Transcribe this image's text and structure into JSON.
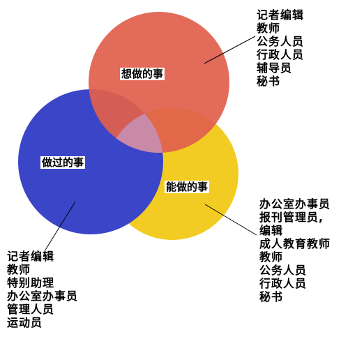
{
  "colors": {
    "want": "#e0604c",
    "done": "#3b45c8",
    "can": "#f2cc22",
    "overlap_center": "#c98aa8",
    "leader_line": "#000000"
  },
  "circles": {
    "want": {
      "label": "想做的事",
      "items": [
        "记者编辑",
        "教师",
        "公务人员",
        "行政人员",
        "辅导员",
        "秘书"
      ]
    },
    "done": {
      "label": "做过的事",
      "items": [
        "记者编辑",
        "教师",
        "特别助理",
        "办公室办事员",
        "管理人员",
        "运动员"
      ]
    },
    "can": {
      "label": "能做的事",
      "items": [
        "办公室办事员",
        "报刊管理员,",
        "编辑",
        "成人教育教师",
        "教师",
        "公务人员",
        "行政人员",
        "秘书"
      ]
    }
  }
}
